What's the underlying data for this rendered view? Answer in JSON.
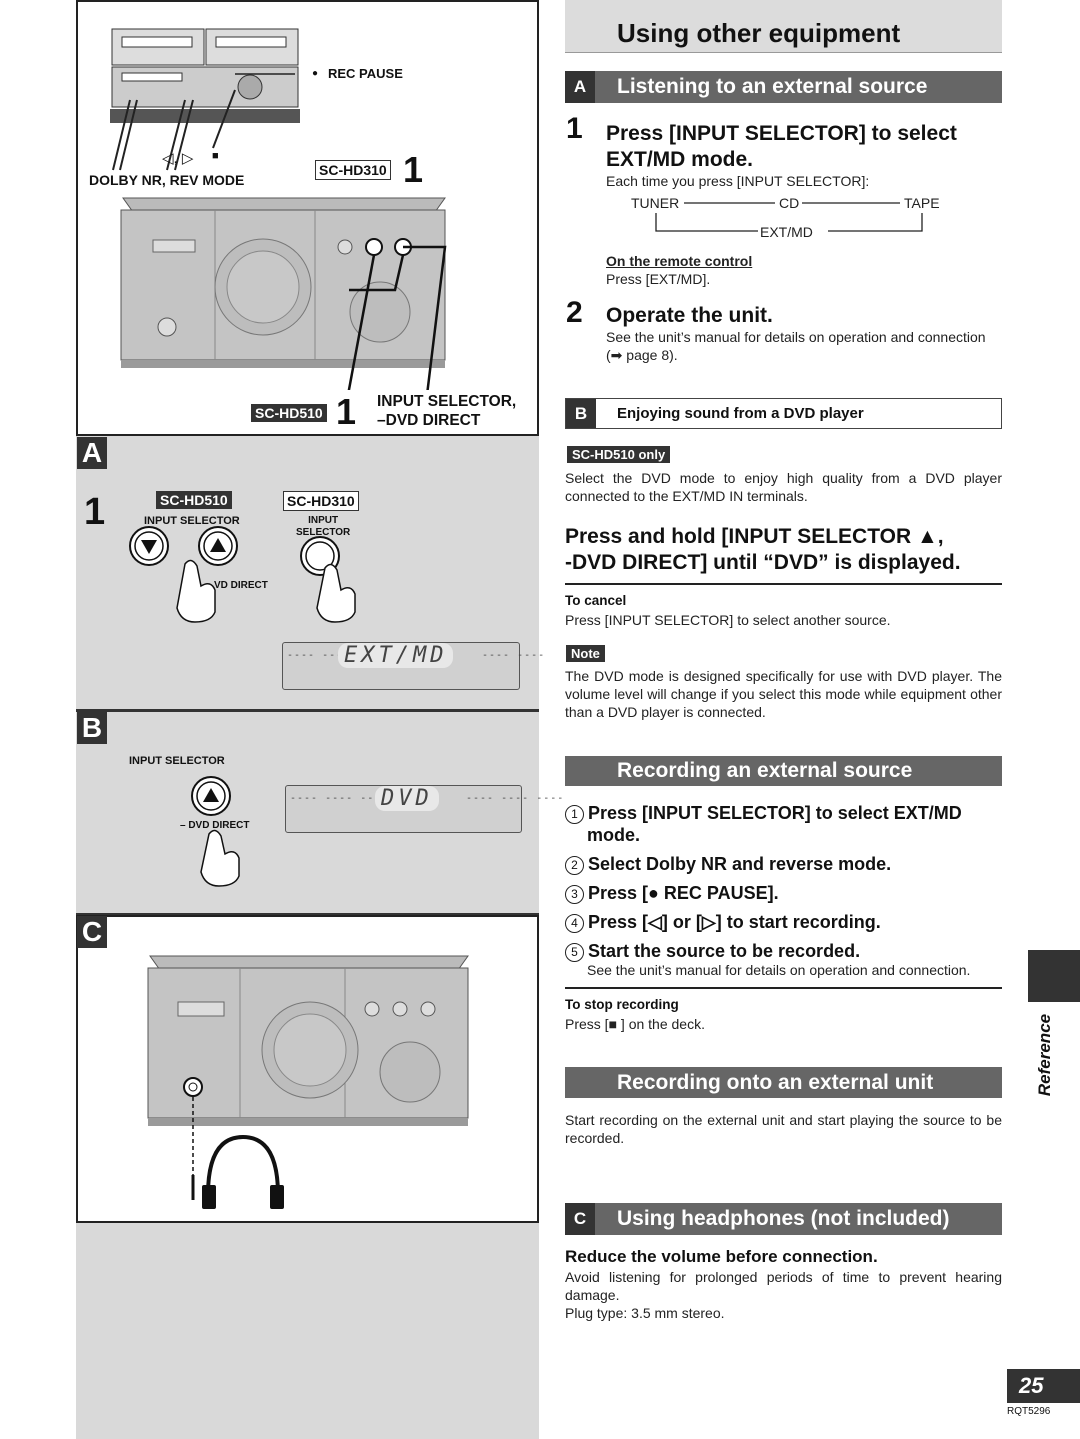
{
  "page": {
    "number": "25",
    "code": "RQT5296",
    "side_tab": "Reference"
  },
  "title": "Using other equipment",
  "left": {
    "rec_pause": "REC PAUSE",
    "arrows_label": "◁, ▷",
    "stop_symbol": "■",
    "dolby_label": "DOLBY NR, REV MODE",
    "model_310": "SC-HD310",
    "model_510": "SC-HD510",
    "step_one": "1",
    "input_selector_label": "INPUT SELECTOR,\n–DVD DIRECT",
    "letters": {
      "a": "A",
      "b": "B",
      "c": "C"
    },
    "a_input_selector": "INPUT SELECTOR",
    "a_input_selector_310": "INPUT\nSELECTOR",
    "a_dvd_direct": "VD DIRECT",
    "display_extmd": "EXT/MD",
    "display_dvd": "DVD",
    "b_input_selector": "INPUT SELECTOR",
    "b_dvd_direct": "– DVD DIRECT"
  },
  "section_a": {
    "tag": "A",
    "title": "Listening to an external source",
    "step1_num": "1",
    "step1_heading": "Press [INPUT SELECTOR] to select\nEXT/MD mode.",
    "step1_text": "Each time you press [INPUT SELECTOR]:",
    "cycle": {
      "tuner": "TUNER",
      "cd": "CD",
      "tape": "TAPE",
      "extmd": "EXT/MD"
    },
    "remote_heading": "On the remote control",
    "remote_text": "Press [EXT/MD].",
    "step2_num": "2",
    "step2_heading": "Operate the unit.",
    "step2_text": "See the unit’s manual for details on operation and connection",
    "step2_ref": "(➡ page 8)."
  },
  "section_b": {
    "tag": "B",
    "title": "Enjoying sound from a DVD player",
    "model_only": "SC-HD510 only",
    "intro": "Select the DVD mode to enjoy high quality from a DVD player connected to the EXT/MD IN terminals.",
    "press_hold": "Press and hold [INPUT SELECTOR ▲,\n-DVD DIRECT] until “DVD” is displayed.",
    "cancel_heading": "To cancel",
    "cancel_text": "Press [INPUT SELECTOR] to select another source.",
    "note_label": "Note",
    "note_text": "The DVD mode is designed specifically for use with DVD player. The volume level will change if you select this mode while equipment other than a DVD player is connected."
  },
  "section_rec_ext": {
    "title": "Recording an external source",
    "steps": [
      {
        "n": "1",
        "text": "Press [INPUT SELECTOR] to select EXT/MD",
        "cont": "mode."
      },
      {
        "n": "2",
        "text": "Select Dolby NR and reverse mode."
      },
      {
        "n": "3",
        "text": "Press [● REC PAUSE]."
      },
      {
        "n": "4",
        "text": "Press [◁] or [▷] to start recording."
      },
      {
        "n": "5",
        "text": "Start the source to be recorded."
      }
    ],
    "step5_note": "See the unit’s manual for details on operation and connection.",
    "stop_heading": "To stop recording",
    "stop_text": "Press [■ ] on the deck."
  },
  "section_rec_unit": {
    "title": "Recording onto an external unit",
    "text": "Start recording on the external unit and start playing the source to be recorded."
  },
  "section_c": {
    "tag": "C",
    "title": "Using headphones (not included)",
    "heading": "Reduce the volume before connection.",
    "text": "Avoid listening for prolonged periods of time to prevent hearing damage.",
    "plug": "Plug type: 3.5 mm stereo."
  }
}
